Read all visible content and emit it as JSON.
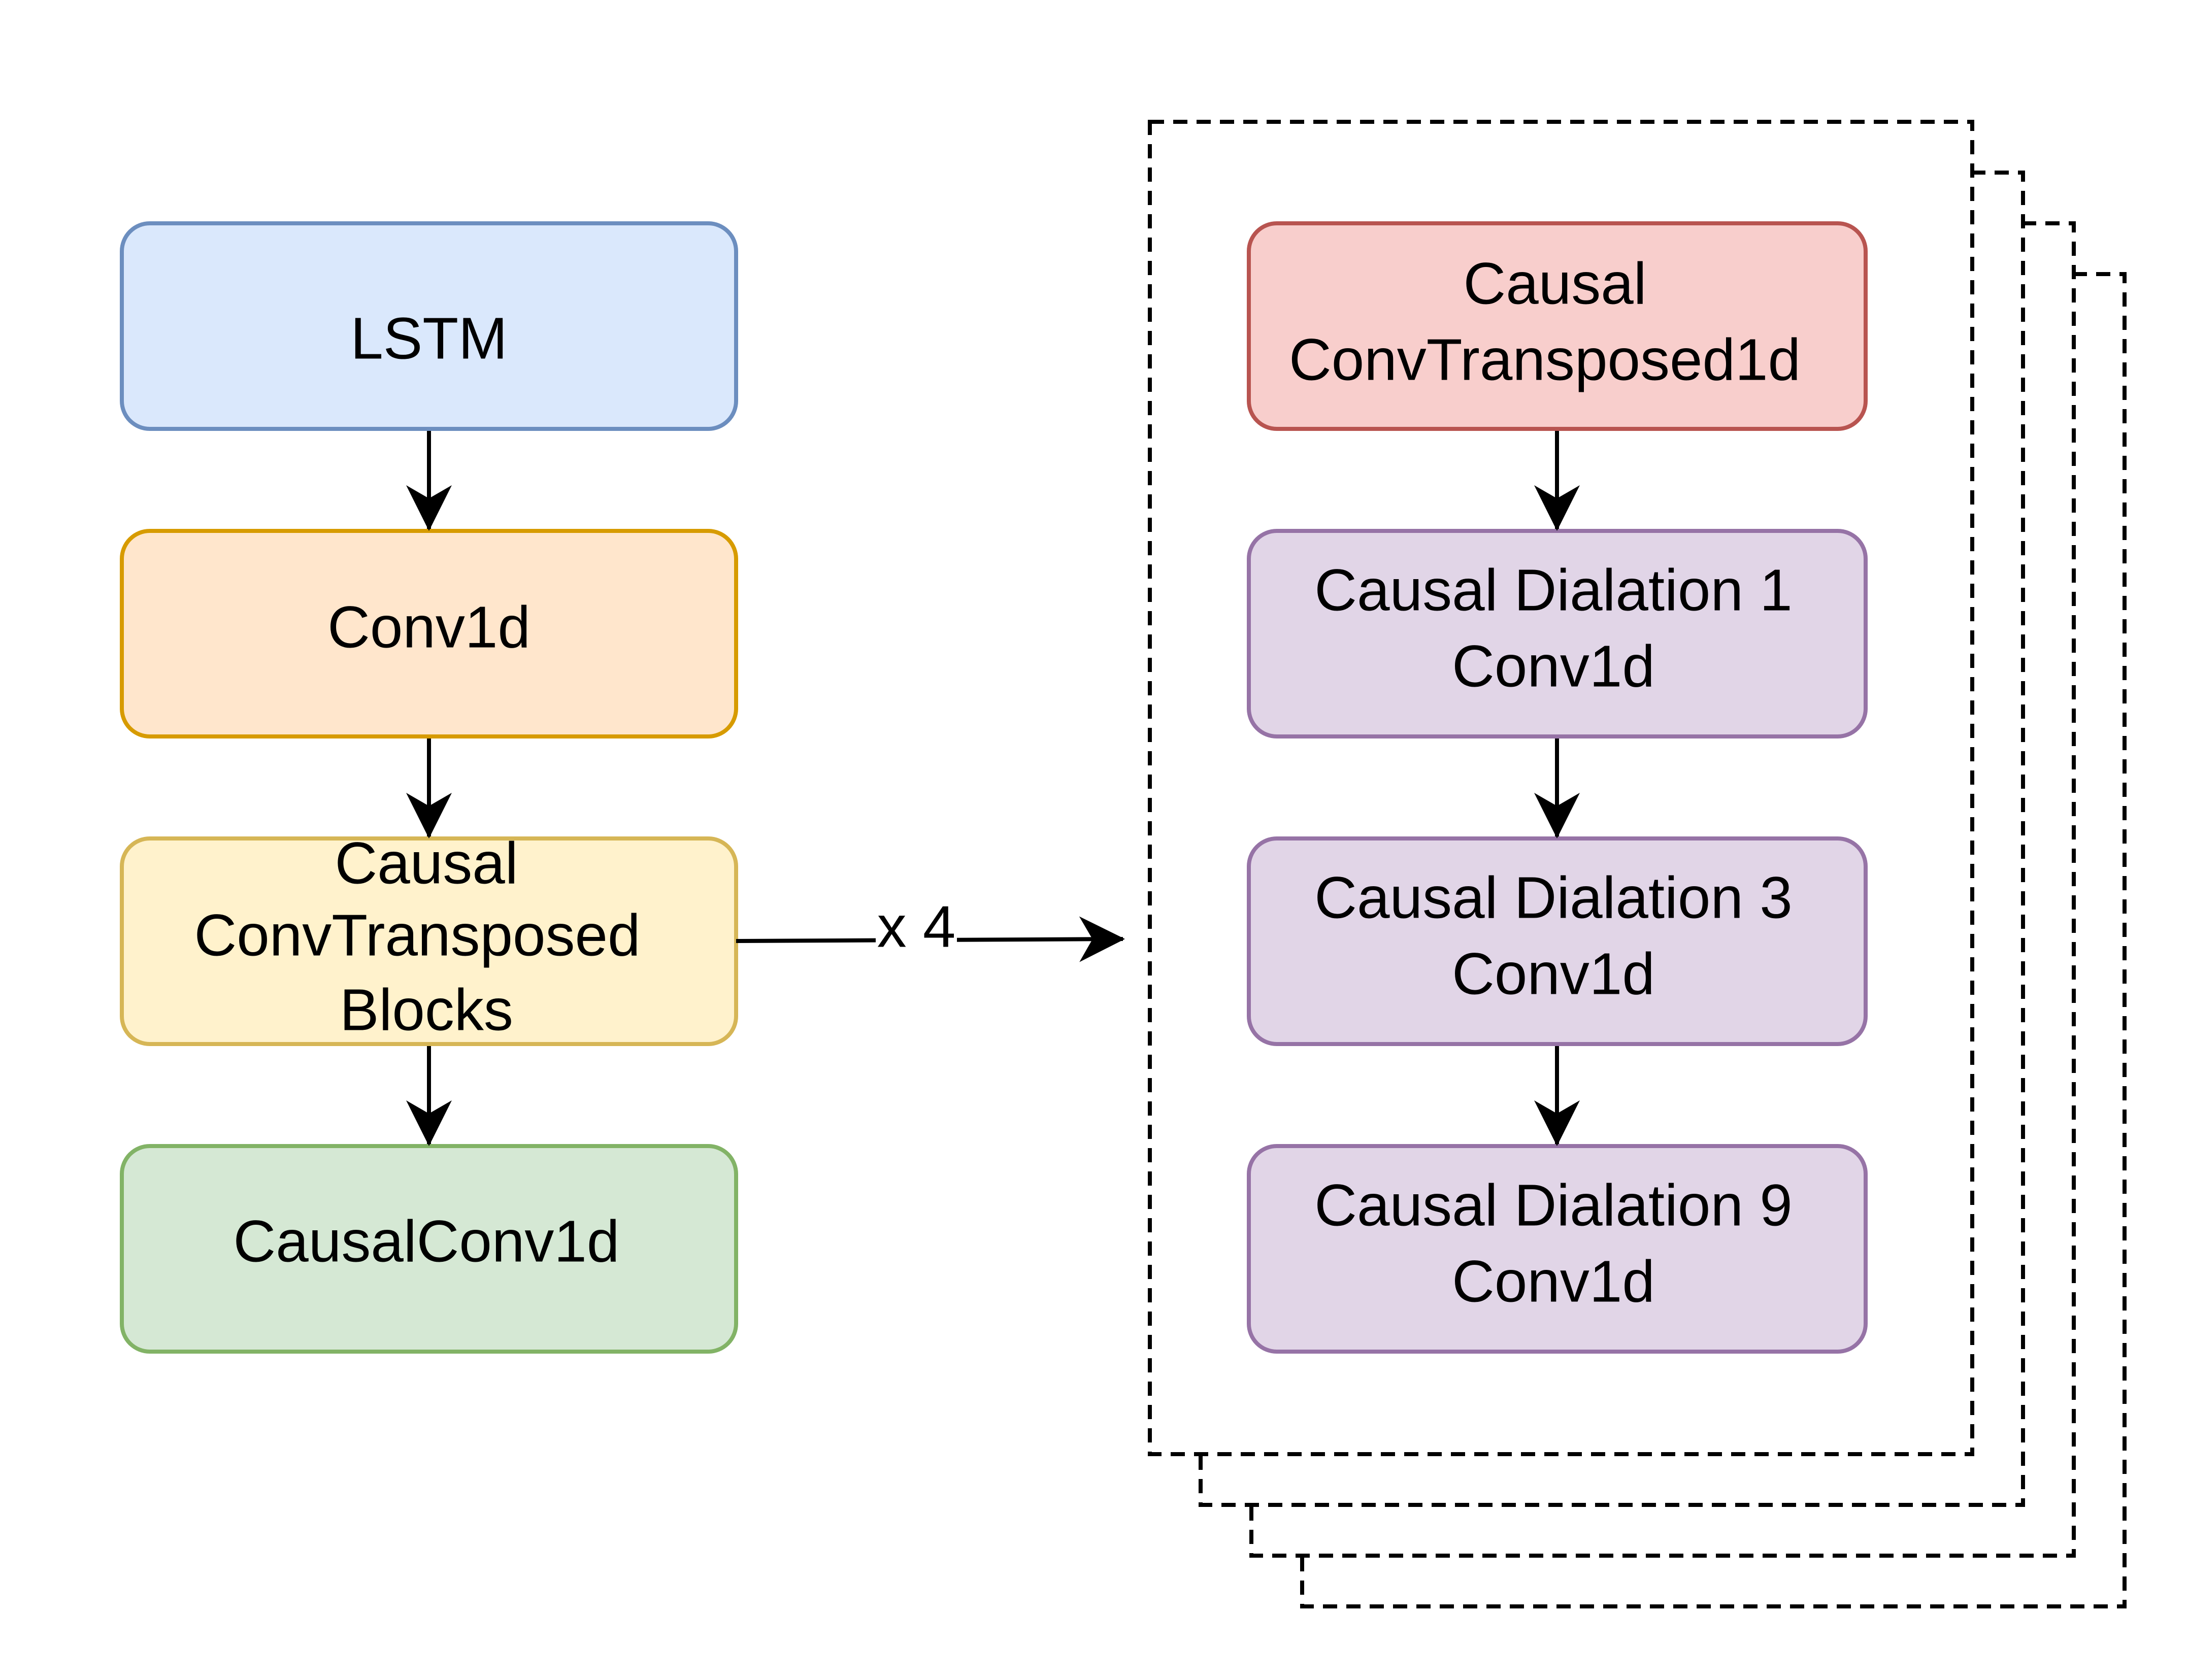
{
  "left_chain": {
    "lstm": {
      "label": "LSTM",
      "fill": "#dae8fc",
      "stroke": "#6c8ebf"
    },
    "conv1d": {
      "label": "Conv1d",
      "fill": "#ffe6cc",
      "stroke": "#d79b00"
    },
    "conv_transposed_blocks": {
      "lines": [
        "Causal",
        "ConvTransposed",
        "Blocks"
      ],
      "fill": "#fff2cc",
      "stroke": "#d6b656"
    },
    "causal_conv1d": {
      "label": "CausalConv1d",
      "fill": "#d5e8d4",
      "stroke": "#82b366"
    }
  },
  "repeat_edge": {
    "label": "x 4"
  },
  "block_detail": {
    "conv_transposed_1d": {
      "lines": [
        "Causal",
        "ConvTransposed1d"
      ],
      "fill": "#f8cecc",
      "stroke": "#b85450"
    },
    "dilation_1": {
      "lines": [
        "Causal Dialation 1",
        "Conv1d"
      ],
      "fill": "#e1d5e7",
      "stroke": "#9673a6"
    },
    "dilation_3": {
      "lines": [
        "Causal Dialation 3",
        "Conv1d"
      ],
      "fill": "#e1d5e7",
      "stroke": "#9673a6"
    },
    "dilation_9": {
      "lines": [
        "Causal Dialation 9",
        "Conv1d"
      ],
      "fill": "#e1d5e7",
      "stroke": "#9673a6"
    }
  }
}
